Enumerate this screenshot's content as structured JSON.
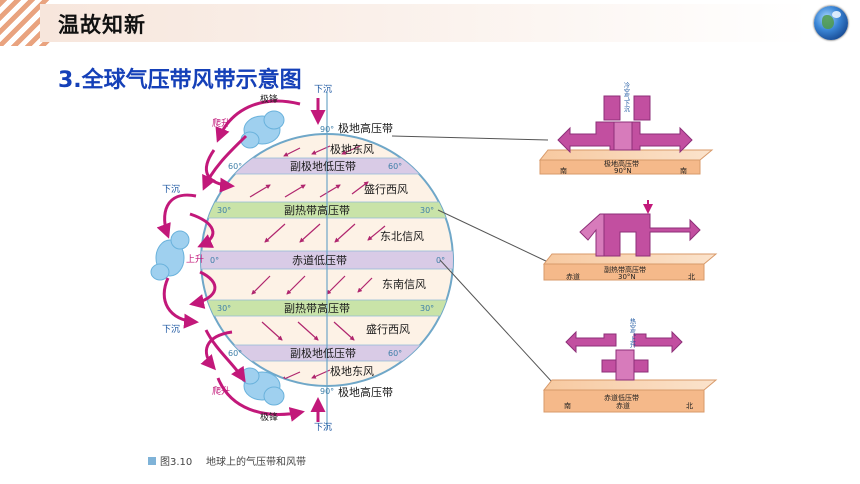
{
  "header": {
    "title": "温故知新"
  },
  "subtitle": "3.全球气压带风带示意图",
  "diagram": {
    "bands": {
      "polar_high": "极地高压带",
      "subpolar_low": "副极地低压带",
      "subtropical_high": "副热带高压带",
      "equator_low": "赤道低压带"
    },
    "winds": {
      "polar_east": "极地东风",
      "westerly": "盛行西风",
      "ne_trade": "东北信风",
      "se_trade": "东南信风"
    },
    "lat": {
      "l90": "90°",
      "l60": "60°",
      "l30": "30°",
      "l0": "0°"
    },
    "side": {
      "climb": "爬升",
      "sink": "下沉",
      "rise": "上升",
      "front": "极锋",
      "sink_top": "下沉"
    },
    "caption": {
      "fig": "图3.10",
      "text": "地球上的气压带和风带"
    }
  },
  "insets": {
    "top": {
      "vert": "冷空气下沉",
      "center": "极地高压带",
      "sub": "90°N",
      "left": "南",
      "right": "南"
    },
    "mid": {
      "center": "副热带高压带",
      "sub": "30°N",
      "left": "赤道",
      "right": "北"
    },
    "bottom": {
      "vert": "热空气上升",
      "center": "赤道低压带",
      "sub": "赤道",
      "left": "南",
      "right": "北"
    }
  },
  "colors": {
    "accent": "#1540b8",
    "arrow": "#c2187a",
    "low_band": "#d9cbe6",
    "high_band": "#c9e3a8",
    "header_stripe": "#e9a37f"
  }
}
